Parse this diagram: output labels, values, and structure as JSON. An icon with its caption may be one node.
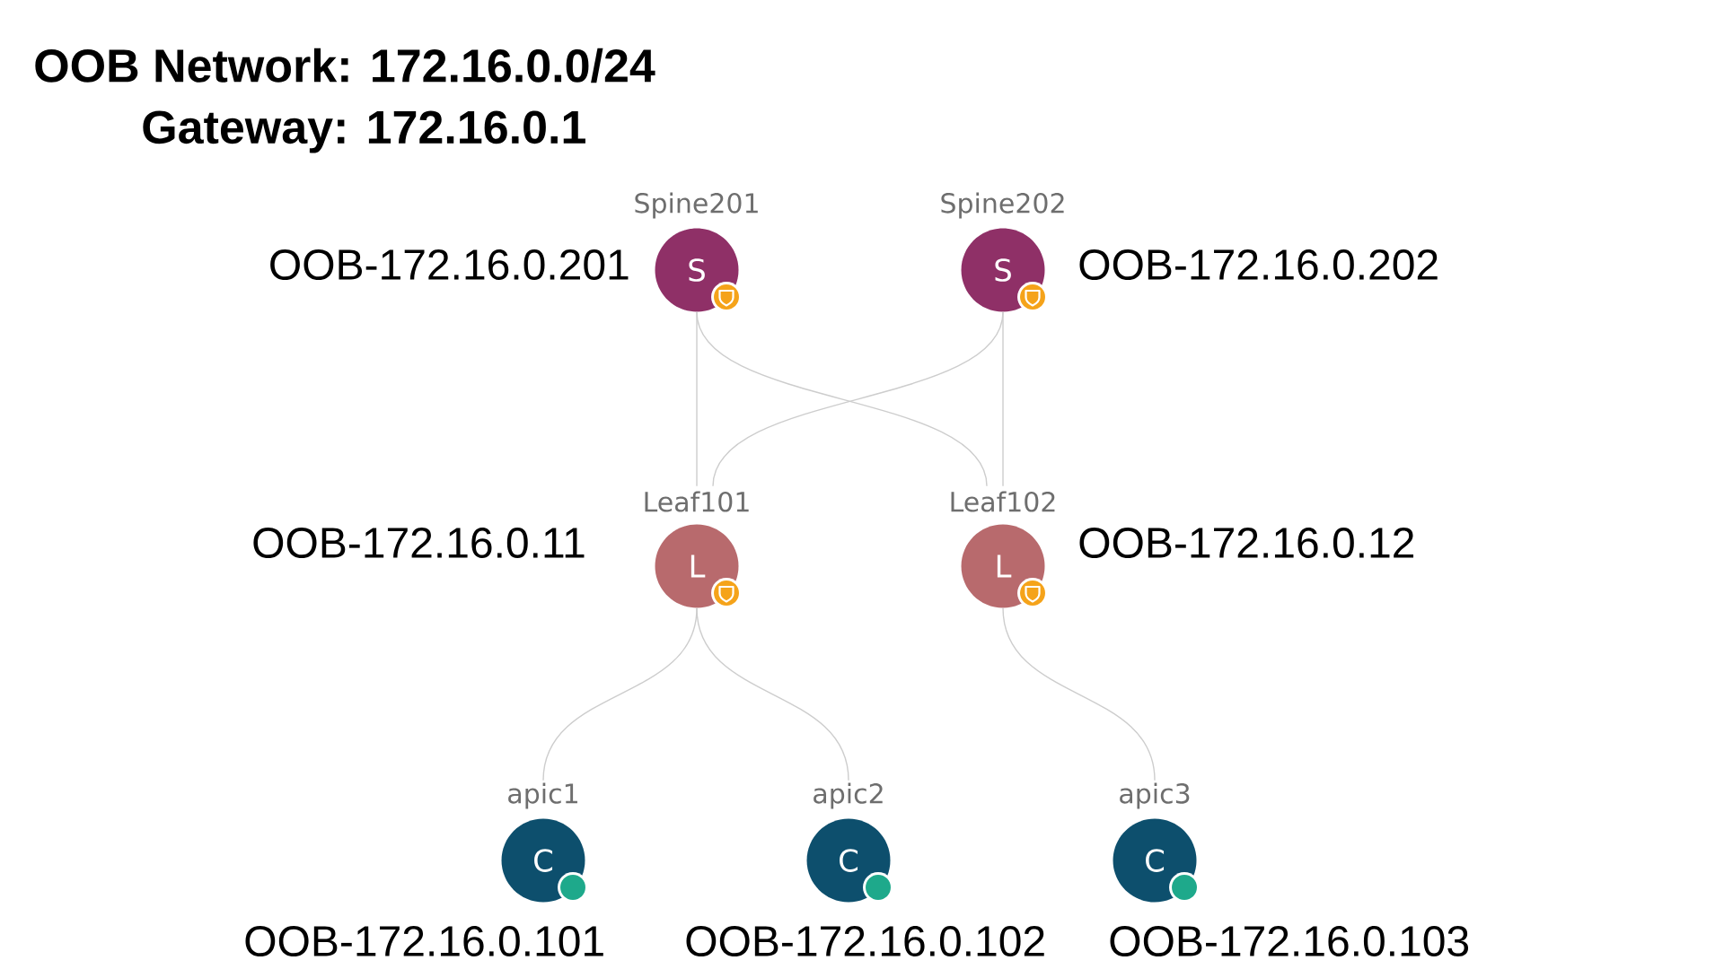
{
  "diagram": {
    "title": "OOB Network: 172.16.0.0/24",
    "nodes": [
      {
        "text": [
          "Spine201",
          "S"
        ],
        "beside": [
          "OOB-172.16.0.201"
        ]
      },
      {
        "text": [
          "Spine202",
          "S"
        ],
        "beside": [
          "OOB-172.16.0.202"
        ]
      },
      {
        "text": [
          "Leaf101",
          "L"
        ],
        "beside": [
          "OOB-172.16.0.11"
        ]
      },
      {
        "text": [
          "Leaf102",
          "L"
        ],
        "beside": [
          "OOB-172.16.0.12"
        ]
      },
      {
        "text": [
          "apic1",
          "C"
        ],
        "beside": [
          "OOB-172.16.0.101"
        ]
      },
      {
        "text": [
          "apic2",
          "C"
        ],
        "beside": [
          "OOB-172.16.0.102"
        ]
      },
      {
        "text": [
          "apic3",
          "C"
        ],
        "beside": [
          "OOB-172.16.0.103"
        ]
      }
    ],
    "edges": [
      {
        "from": 0,
        "to": 2,
        "arrow": "none"
      },
      {
        "from": 0,
        "to": 3,
        "arrow": "none"
      },
      {
        "from": 1,
        "to": 2,
        "arrow": "none"
      },
      {
        "from": 1,
        "to": 3,
        "arrow": "none"
      },
      {
        "from": 2,
        "to": 4,
        "arrow": "none"
      },
      {
        "from": 2,
        "to": 5,
        "arrow": "none"
      },
      {
        "from": 3,
        "to": 6,
        "arrow": "none"
      }
    ],
    "labels": [
      "Gateway: 172.16.0.1"
    ]
  }
}
